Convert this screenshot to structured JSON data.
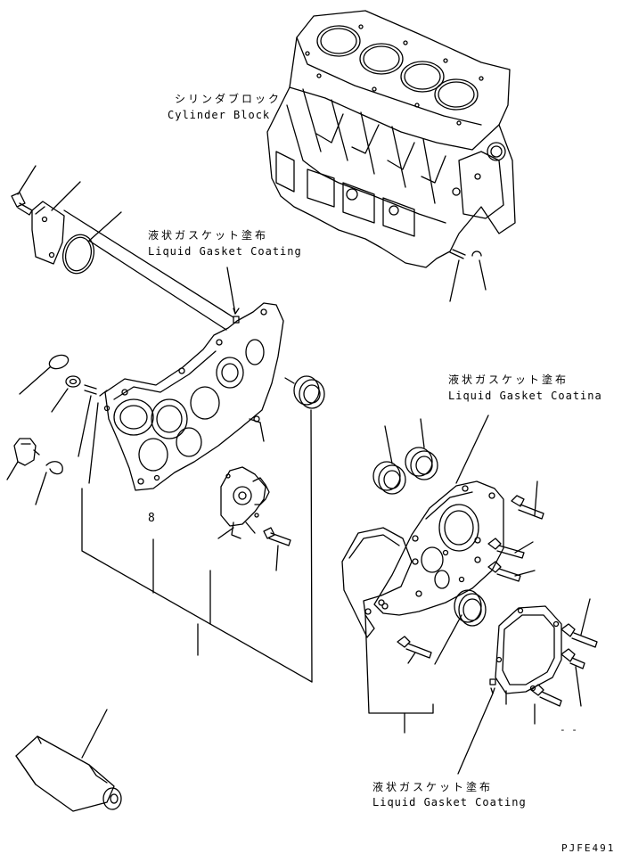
{
  "labels": {
    "cylinder_block_jp": "シリンダブロック",
    "cylinder_block_en": "Cylinder Block",
    "gasket_top_jp": "液状ガスケット塗布",
    "gasket_top_en": "Liquid Gasket Coating",
    "gasket_right_jp": "液状ガスケット塗布",
    "gasket_right_en": "Liquid Gasket Coatina",
    "gasket_bottom_jp": "液状ガスケット塗布",
    "gasket_bottom_en": "Liquid Gasket Coating",
    "figure_code": "PJFE491",
    "callout_8": "8",
    "dash_mark": "- -"
  }
}
